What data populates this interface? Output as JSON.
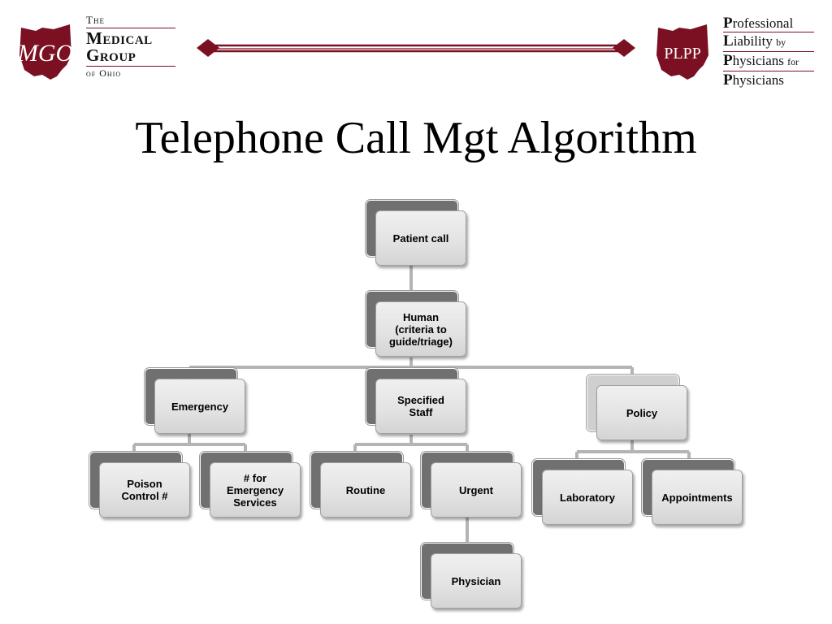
{
  "header": {
    "left_logo": {
      "emblem": "MGO",
      "the": "The",
      "medical": "Medical",
      "group": "Group",
      "ohio": "of Ohio",
      "color": "#7a1022"
    },
    "right_logo": {
      "emblem": "PLPP",
      "line1_cap": "P",
      "line1_rest": "rofessional",
      "line2_cap": "L",
      "line2_rest": "iability ",
      "line2_small": "by",
      "line3_cap": "P",
      "line3_rest": "hysicians ",
      "line3_small": "for",
      "line4_cap": "P",
      "line4_rest": "hysicians",
      "color": "#7a1022"
    },
    "divider_color": "#7a1022"
  },
  "title": "Telephone Call Mgt Algorithm",
  "diagram": {
    "nodes": {
      "patient_call": "Patient call",
      "human": "Human\n(criteria to\nguide/triage)",
      "emergency": "Emergency",
      "specified_staff": "Specified\nStaff",
      "policy": "Policy",
      "poison_control": "Poison\nControl #",
      "emergency_services": "# for\nEmergency\nServices",
      "routine": "Routine",
      "urgent": "Urgent",
      "laboratory": "Laboratory",
      "appointments": "Appointments",
      "physician": "Physician"
    },
    "connector_color": "#b4b4b4"
  }
}
